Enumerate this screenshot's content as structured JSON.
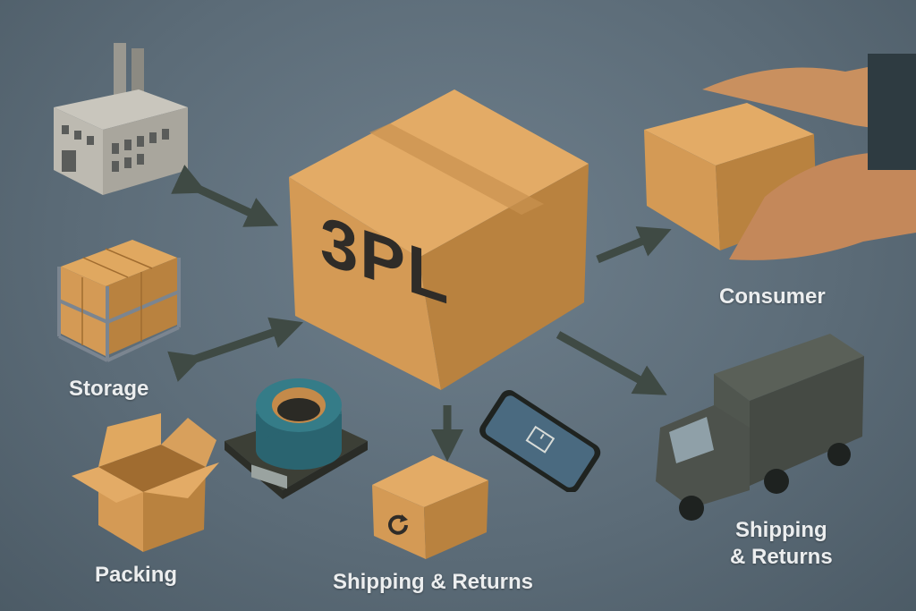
{
  "center": {
    "label": "3PL"
  },
  "labels": {
    "consumer": "Consumer",
    "storage": "Storage",
    "packing": "Packing",
    "shipping_returns_bottom": "Shipping & Returns",
    "shipping_returns_right_line1": "Shipping",
    "shipping_returns_right_line2": "& Returns"
  },
  "colors": {
    "background": "#5f6f7b",
    "cardboard": "#d49a55",
    "cardboard_dark": "#b07a3d",
    "arrow": "#3f4a44",
    "tape": "#2f6f7a",
    "truck": "#4a504c",
    "label_text": "#eceeef"
  }
}
